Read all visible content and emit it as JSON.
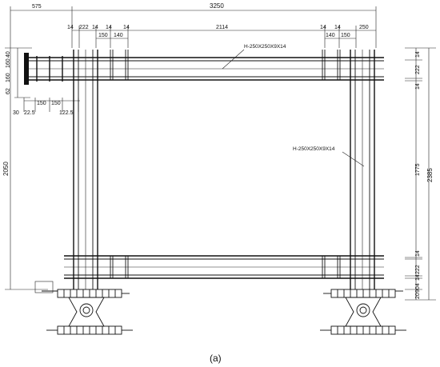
{
  "dimensions": {
    "top_overall": "3250",
    "top_left_ext": "575",
    "top_row2": [
      "14",
      "222",
      "14",
      "14",
      "14",
      "2114",
      "14",
      "14",
      "250"
    ],
    "top_row3": [
      "150",
      "140",
      "140",
      "150"
    ],
    "left_overall": "2050",
    "left_small": [
      "160",
      "160",
      "40"
    ],
    "left_tag": "62",
    "below_flange": [
      "30",
      "22.5",
      "150",
      "150",
      "122.5"
    ],
    "right_overall": "2385",
    "right_parts": [
      "14",
      "222",
      "14",
      "1775",
      "14",
      "222",
      "14",
      "20",
      "90",
      "4"
    ]
  },
  "labels": {
    "section_top": "H-250X250X9X14",
    "section_right": "H-250X250X9X14",
    "caption": "(a)"
  }
}
